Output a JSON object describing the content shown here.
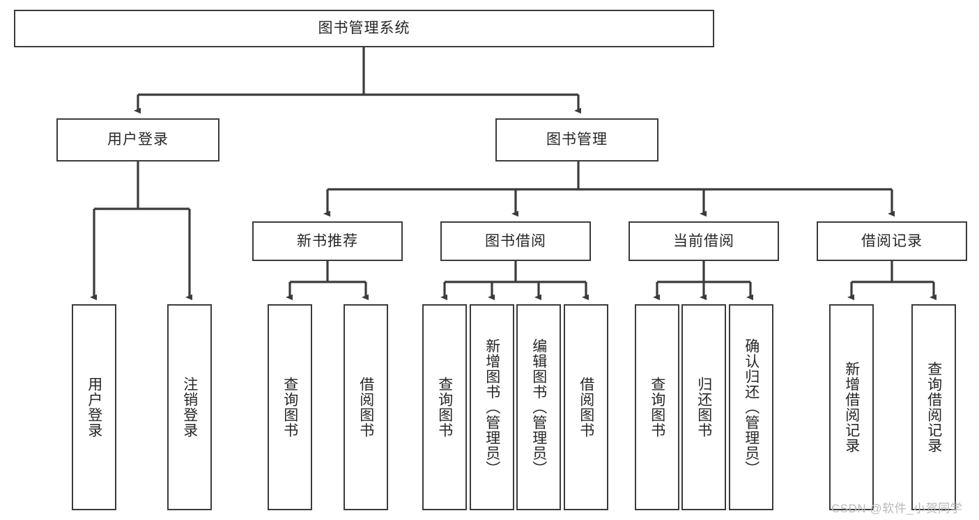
{
  "diagram": {
    "title": "图书管理系统",
    "watermark": "CSDN @软件_小贺同学",
    "line_color": "#3b3b3b",
    "text_color": "#262626",
    "background": "#ffffff"
  },
  "root": {
    "label": "图书管理系统"
  },
  "level1": [
    {
      "label": "用户登录"
    },
    {
      "label": "图书管理"
    }
  ],
  "level2": [
    {
      "label": "新书推荐"
    },
    {
      "label": "图书借阅"
    },
    {
      "label": "当前借阅"
    },
    {
      "label": "借阅记录"
    }
  ],
  "leaves": {
    "user_login": [
      {
        "label": "用户登录"
      },
      {
        "label": "注销登录"
      }
    ],
    "new_book": [
      {
        "label": "查询图书"
      },
      {
        "label": "借阅图书"
      }
    ],
    "borrow_book": [
      {
        "label": "查询图书"
      },
      {
        "label": "新增图书（管理员）"
      },
      {
        "label": "编辑图书（管理员）"
      },
      {
        "label": "借阅图书"
      }
    ],
    "current_borrow": [
      {
        "label": "查询图书"
      },
      {
        "label": "归还图书"
      },
      {
        "label": "确认归还（管理员）"
      }
    ],
    "borrow_record": [
      {
        "label": "新增借阅记录"
      },
      {
        "label": "查询借阅记录"
      }
    ]
  }
}
